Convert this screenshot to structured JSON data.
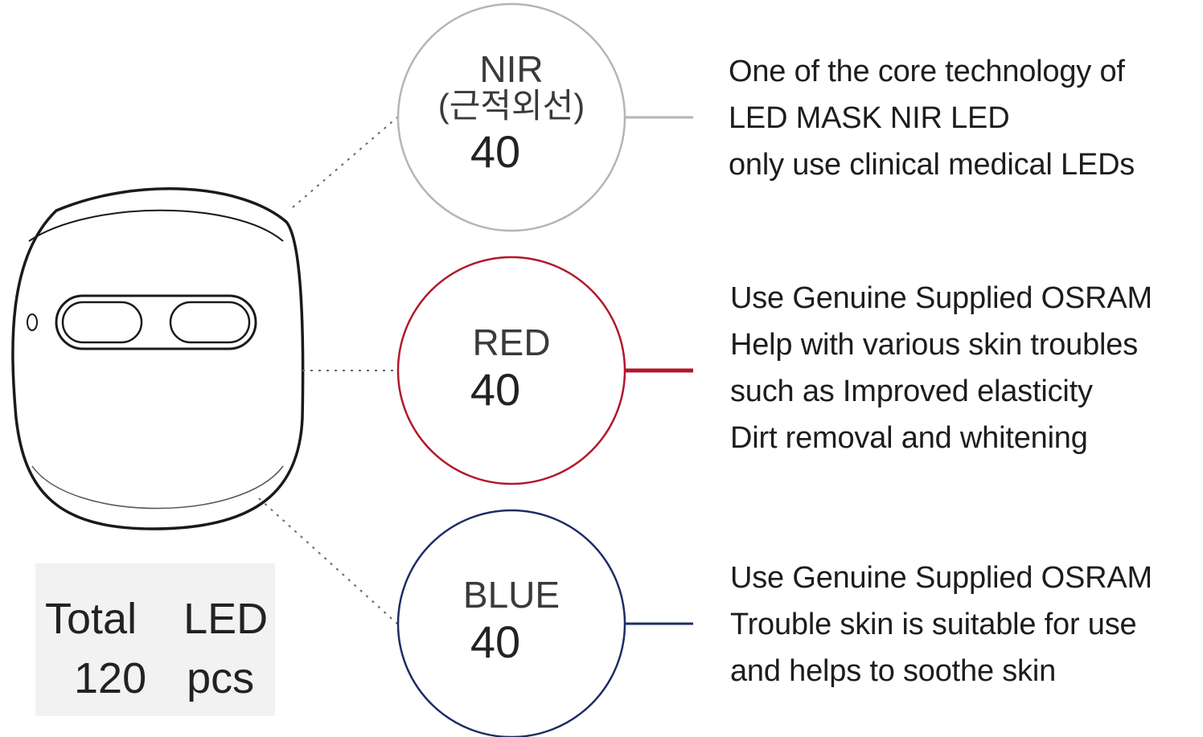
{
  "total": {
    "label": "Total  LED",
    "count": "120  pcs"
  },
  "leds": [
    {
      "name": "NIR",
      "sub": "(근적외선)",
      "count": "40",
      "color": "#b5b5b5",
      "lines": [
        "One of the core technology of",
        "LED MASK NIR LED",
        "only use clinical medical LEDs"
      ]
    },
    {
      "name": "RED",
      "sub": "",
      "count": "40",
      "color": "#b0182a",
      "lines": [
        "Use Genuine Supplied OSRAM",
        "Help with various skin troubles",
        "such as Improved elasticity",
        "Dirt removal and whitening"
      ]
    },
    {
      "name": "BLUE",
      "sub": "",
      "count": "40",
      "color": "#1c2d63",
      "lines": [
        "Use Genuine Supplied OSRAM",
        "Trouble skin is suitable for use",
        "and helps to soothe skin"
      ]
    }
  ]
}
